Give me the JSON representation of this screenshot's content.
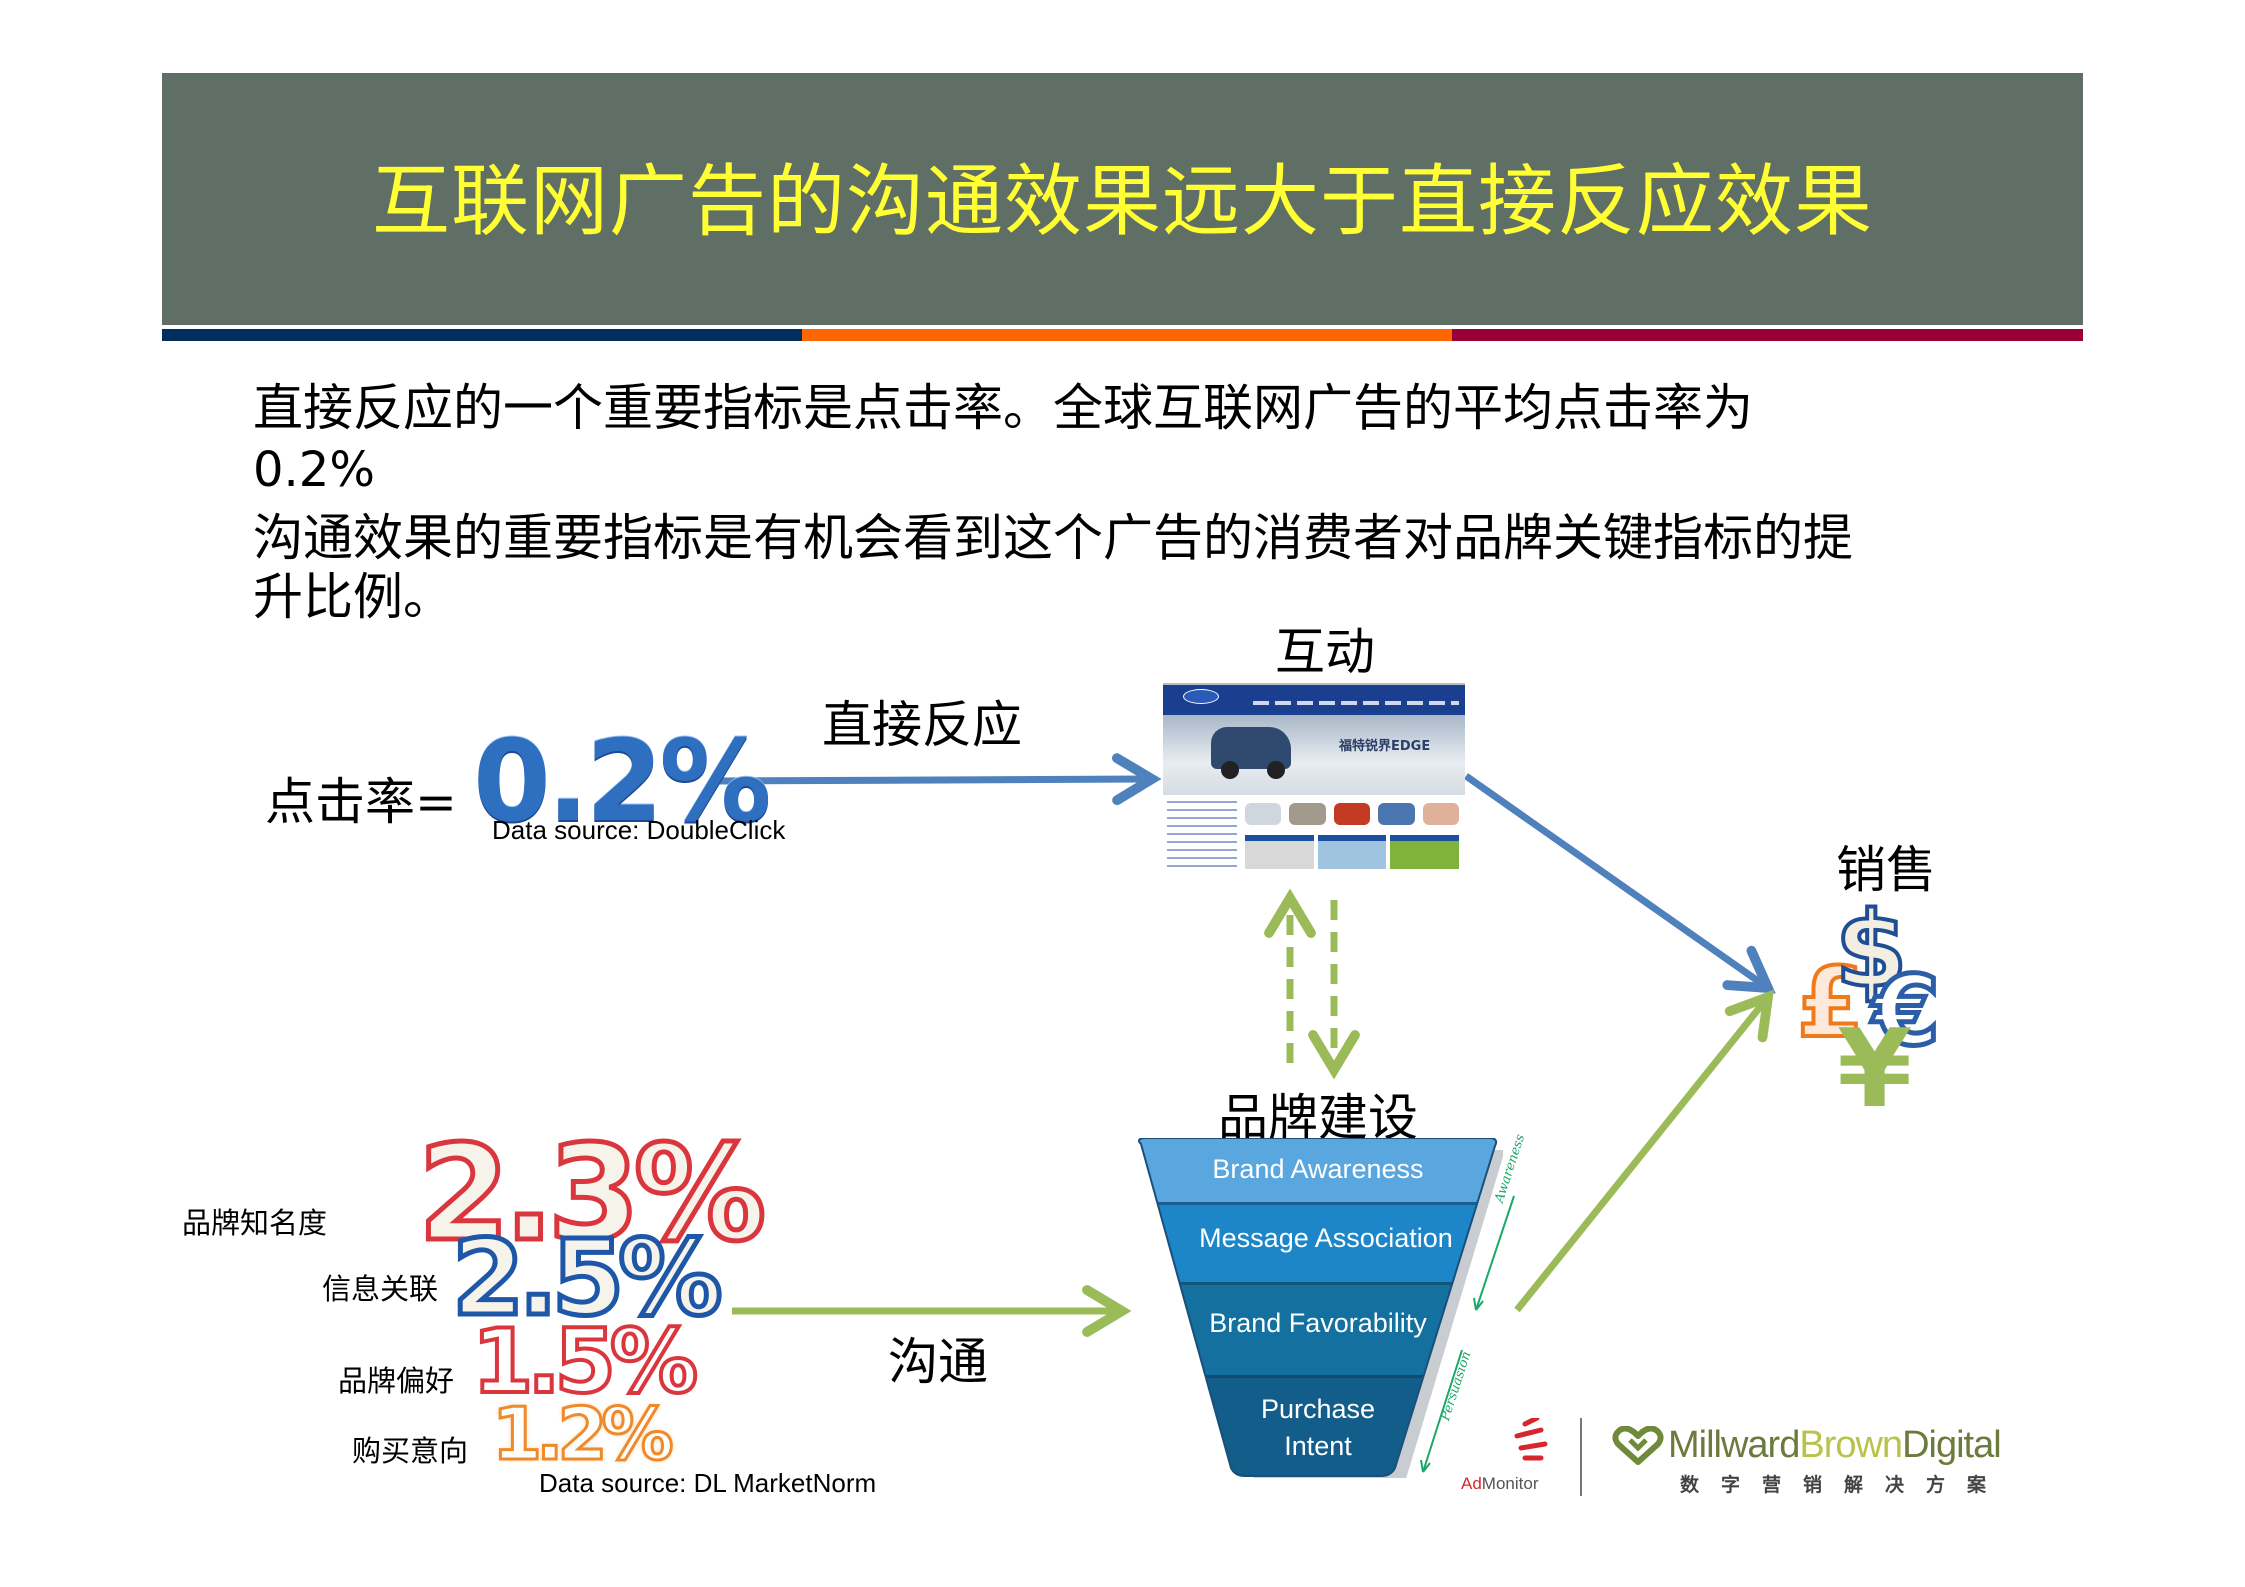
{
  "slide": {
    "title": "互联网广告的沟通效果远大于直接反应效果",
    "colors": {
      "title_bg": "#5f6f65",
      "title_text": "#ffff33",
      "stripe": [
        "#002e5e",
        "#ff6600",
        "#990033"
      ],
      "blue_arrow": "#4f81bd",
      "green_arrow": "#9bbb59"
    }
  },
  "body": {
    "line1": "直接反应的一个重要指标是点击率。全球互联网广告的平均点击率为",
    "line2": "0.2%",
    "line3": "沟通效果的重要指标是有机会看到这个广告的消费者对品牌关键指标的提",
    "line4": "升比例。"
  },
  "diagram": {
    "interaction_label": "互动",
    "direct_response_label": "直接反应",
    "ctr_label": "点击率=",
    "ctr_value": "0.2%",
    "ctr_source": "Data source: DoubleClick",
    "sales_label": "销售",
    "currency_icons": [
      "£",
      "$",
      "€",
      "¥"
    ],
    "brand_building_label": "品牌建设",
    "communication_label": "沟通",
    "brand_source": "Data source: DL MarketNorm",
    "screenshot": {
      "headline": "福特锐界EDGE",
      "brand": "Ford"
    },
    "funnel": {
      "stages": [
        "Brand Awareness",
        "Message Association",
        "Brand Favorability",
        "Purchase",
        "Intent"
      ],
      "side_labels": [
        "Awareness",
        "Persuasion"
      ]
    },
    "metrics": [
      {
        "label": "品牌知名度",
        "value": "2.3%",
        "color": "#d9363e"
      },
      {
        "label": "信息关联",
        "value": "2.5%",
        "color": "#1f57a8"
      },
      {
        "label": "品牌偏好",
        "value": "1.5%",
        "color": "#d9363e"
      },
      {
        "label": "购买意向",
        "value": "1.2%",
        "color": "#ef8a2a"
      }
    ]
  },
  "logos": {
    "admonitor_ad": "Ad",
    "admonitor_rest": "Monitor",
    "mb_millward": "Millward",
    "mb_brown": "Brown",
    "mb_digital": "Digital",
    "mb_subtitle": "数字营销解决方案"
  },
  "chart_data": {
    "type": "table",
    "title": "互联网广告的沟通效果远大于直接反应效果",
    "rows": [
      {
        "metric": "点击率",
        "value": 0.2,
        "unit": "%",
        "source": "DoubleClick"
      },
      {
        "metric": "品牌知名度",
        "value": 2.3,
        "unit": "%",
        "source": "DL MarketNorm"
      },
      {
        "metric": "信息关联",
        "value": 2.5,
        "unit": "%",
        "source": "DL MarketNorm"
      },
      {
        "metric": "品牌偏好",
        "value": 1.5,
        "unit": "%",
        "source": "DL MarketNorm"
      },
      {
        "metric": "购买意向",
        "value": 1.2,
        "unit": "%",
        "source": "DL MarketNorm"
      }
    ]
  }
}
